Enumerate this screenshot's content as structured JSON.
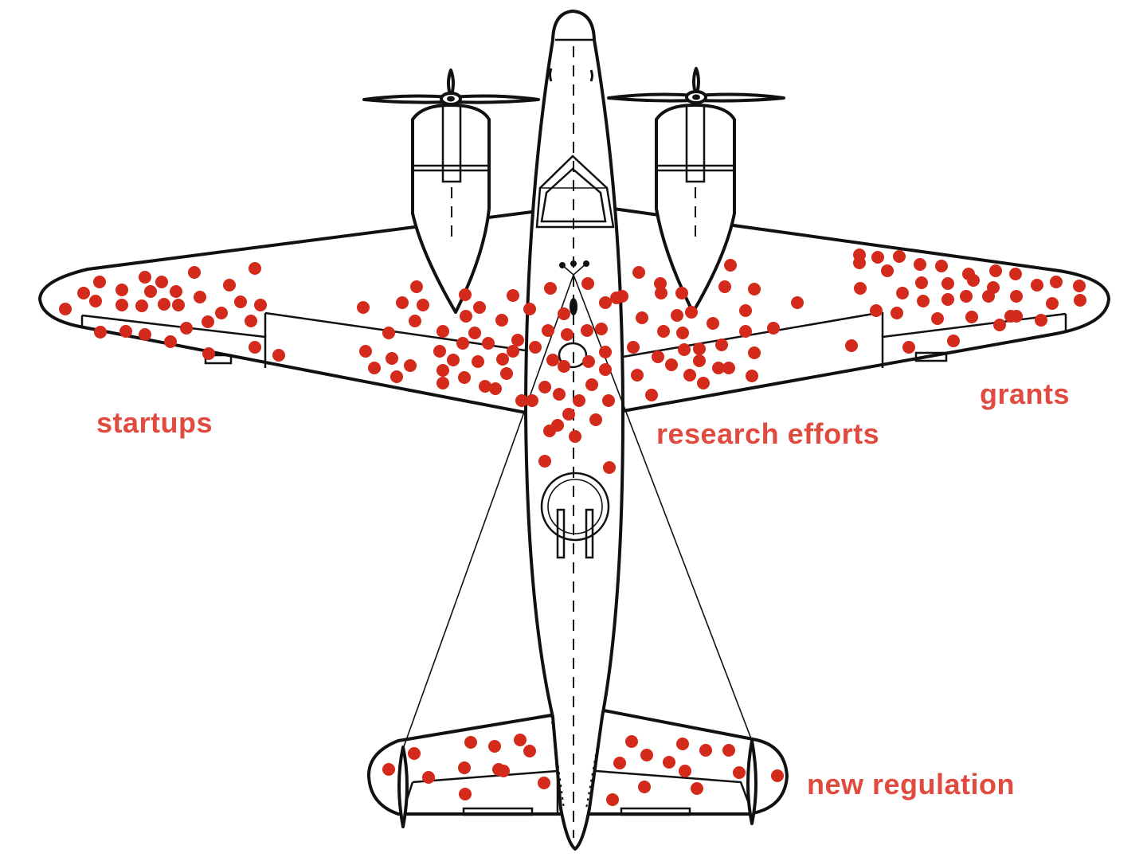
{
  "labels": {
    "startups": "startups",
    "research_efforts": "research efforts",
    "grants": "grants",
    "new_regulation": "new regulation"
  },
  "colors": {
    "hit_dot": "#d42a1c",
    "label_text": "#e04a3f",
    "outline": "#111111"
  },
  "icons": {
    "plane": "bomber-plane-top-view-icon",
    "hit": "bullet-hole-dot-icon"
  }
}
